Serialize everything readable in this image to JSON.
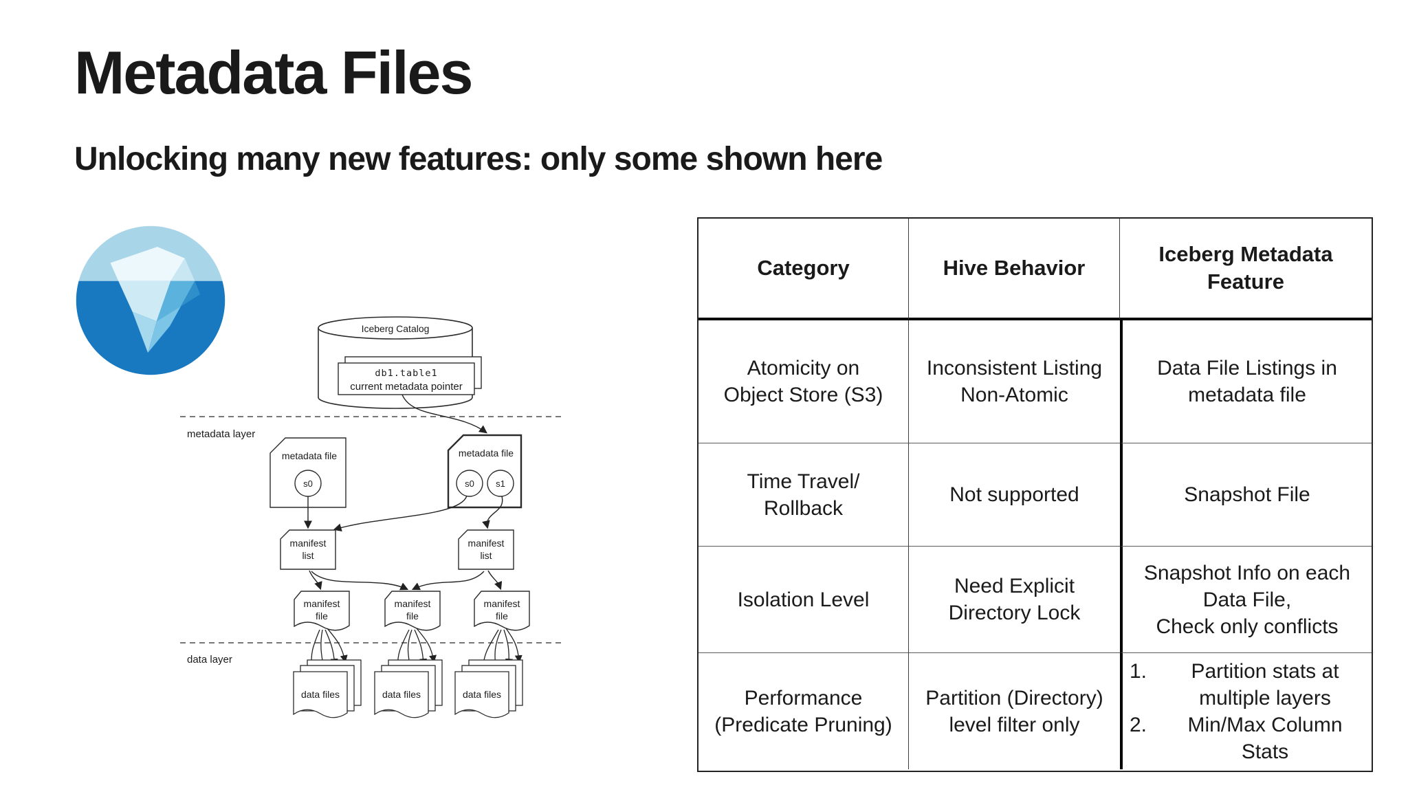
{
  "slide": {
    "title": "Metadata Files",
    "subtitle": "Unlocking many new features: only some shown here"
  },
  "logo": {
    "water_top": "#a8d5e8",
    "water_bottom": "#1879c0",
    "berg": [
      "#edf8fc",
      "#c8e7f3",
      "#cdeaf5",
      "#5bb3dd",
      "#2f8fca",
      "#a6d9ed",
      "#7dc5e6"
    ]
  },
  "diagram": {
    "catalog": {
      "label": "Iceberg Catalog",
      "pointer_line1": "db1.table1",
      "pointer_line2": "current metadata pointer"
    },
    "metadata_layer_label": "metadata layer",
    "data_layer_label": "data layer",
    "metadata_files": {
      "left": {
        "label": "metadata file",
        "s0": "s0"
      },
      "right": {
        "label": "metadata file",
        "s0": "s0",
        "s1": "s1"
      }
    },
    "manifest_list": {
      "line1": "manifest",
      "line2": "list"
    },
    "manifest_file": {
      "line1": "manifest",
      "line2": "file"
    },
    "data_files_label": "data files"
  },
  "table": {
    "headers": [
      "Category",
      "Hive Behavior",
      "Iceberg Metadata Feature"
    ],
    "rows": [
      {
        "category": [
          "Atomicity on",
          "Object Store (S3)"
        ],
        "hive": [
          "Inconsistent Listing",
          "Non-Atomic"
        ],
        "iceberg": [
          "Data File Listings in",
          "metadata file"
        ]
      },
      {
        "category": [
          "Time Travel/",
          "Rollback"
        ],
        "hive": [
          "Not supported"
        ],
        "iceberg": [
          "Snapshot File"
        ]
      },
      {
        "category": [
          "Isolation Level"
        ],
        "hive": [
          "Need Explicit",
          "Directory Lock"
        ],
        "iceberg": [
          "Snapshot Info on each",
          "Data File,",
          "Check only conflicts"
        ]
      },
      {
        "category": [
          "Performance",
          "(Predicate Pruning)"
        ],
        "hive": [
          "Partition (Directory)",
          "level filter only"
        ],
        "iceberg_list": [
          {
            "num": "1.",
            "lines": [
              "Partition stats at",
              "multiple layers"
            ]
          },
          {
            "num": "2.",
            "lines": [
              "Min/Max Column",
              "Stats"
            ]
          }
        ]
      }
    ]
  }
}
